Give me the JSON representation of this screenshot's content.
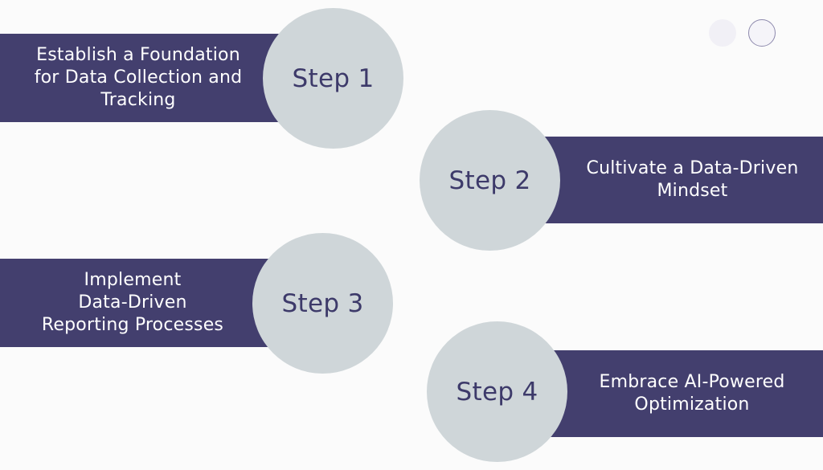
{
  "steps": [
    {
      "label": "Step 1",
      "text_lines": [
        "Establish a Foundation",
        "for Data Collection and",
        "Tracking"
      ]
    },
    {
      "label": "Step 2",
      "text_lines": [
        "Cultivate a Data-Driven",
        "Mindset"
      ]
    },
    {
      "label": "Step 3",
      "text_lines": [
        "Implement",
        "Data-Driven",
        "Reporting Processes"
      ]
    },
    {
      "label": "Step 4",
      "text_lines": [
        "Embrace AI-Powered",
        "Optimization"
      ]
    }
  ],
  "colors": {
    "bar": "#433f6e",
    "circle": "#cfd6d9",
    "circle_text": "#3d3a6a",
    "background": "#fbfbfb"
  }
}
